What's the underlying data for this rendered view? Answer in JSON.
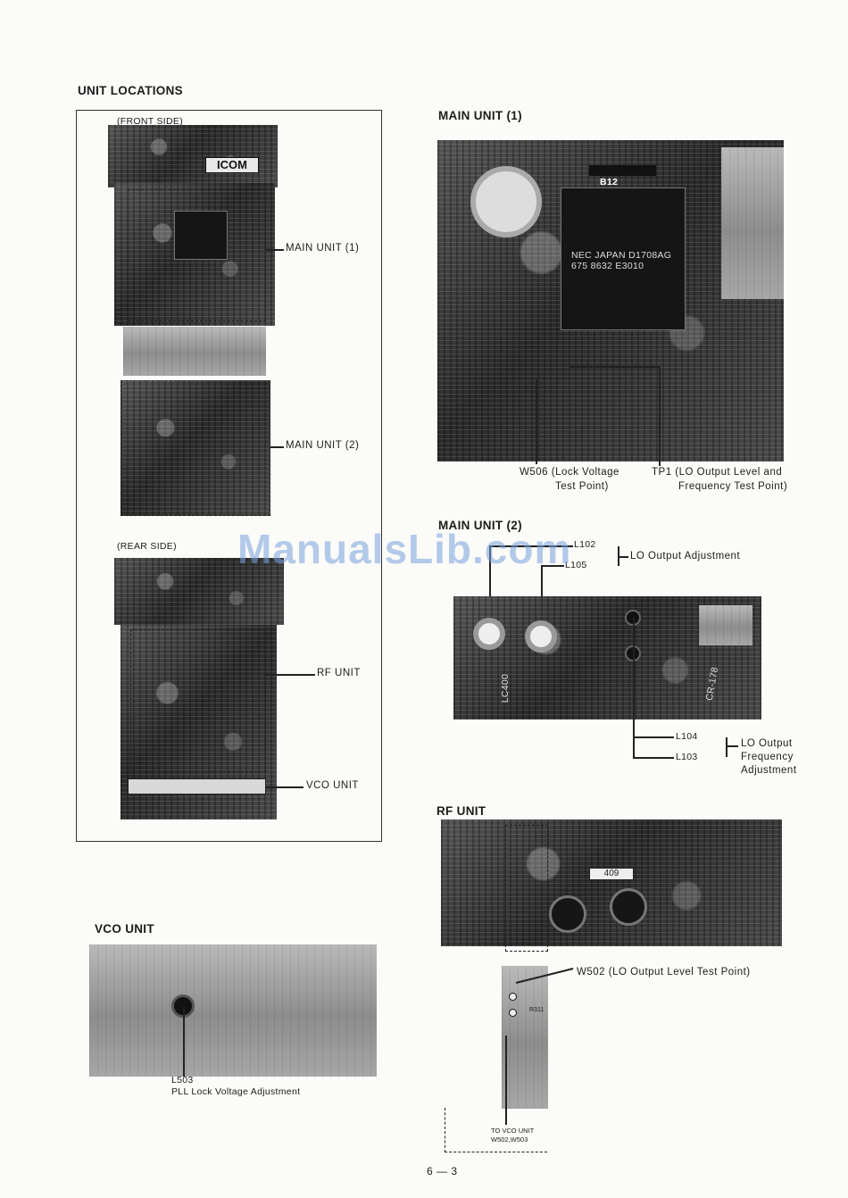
{
  "unit_locations": {
    "heading": "UNIT LOCATIONS",
    "front_side": "(FRONT SIDE)",
    "rear_side": "(REAR SIDE)",
    "brand_logo": "ICOM",
    "main_unit_1": "MAIN UNIT (1)",
    "main_unit_2": "MAIN UNIT (2)",
    "rf_unit": "RF UNIT",
    "vco_unit": "VCO UNIT"
  },
  "main_unit_1": {
    "heading": "MAIN UNIT (1)",
    "b12": "B12",
    "chip_text": "NEC JAPAN D1708AG 675 8632 E3010",
    "w506_line1": "W506 (Lock Voltage",
    "w506_line2": "Test Point)",
    "tp1_line1": "TP1 (LO Output Level and",
    "tp1_line2": "Frequency Test Point)"
  },
  "main_unit_2": {
    "heading": "MAIN UNIT (2)",
    "l102": "L102",
    "l105": "L105",
    "lo_output_adjustment": "LO Output Adjustment",
    "l104": "L104",
    "l103": "L103",
    "lo_freq_line1": "LO Output",
    "lo_freq_line2": "Frequency",
    "lo_freq_line3": "Adjustment",
    "lc400": "LC400",
    "cr178": "CR-178"
  },
  "rf_unit": {
    "heading": "RF UNIT",
    "w502": "W502 (LO Output Level Test Point)",
    "to_vco_line1": "TO VCO UNIT",
    "to_vco_line2": "W502,W503",
    "r311": "R311",
    "part_409": "409"
  },
  "vco_unit": {
    "heading": "VCO UNIT",
    "l503": "L503",
    "pll": "PLL Lock Voltage Adjustment"
  },
  "watermark": "ManualsLib.com",
  "page_number": "6 — 3"
}
